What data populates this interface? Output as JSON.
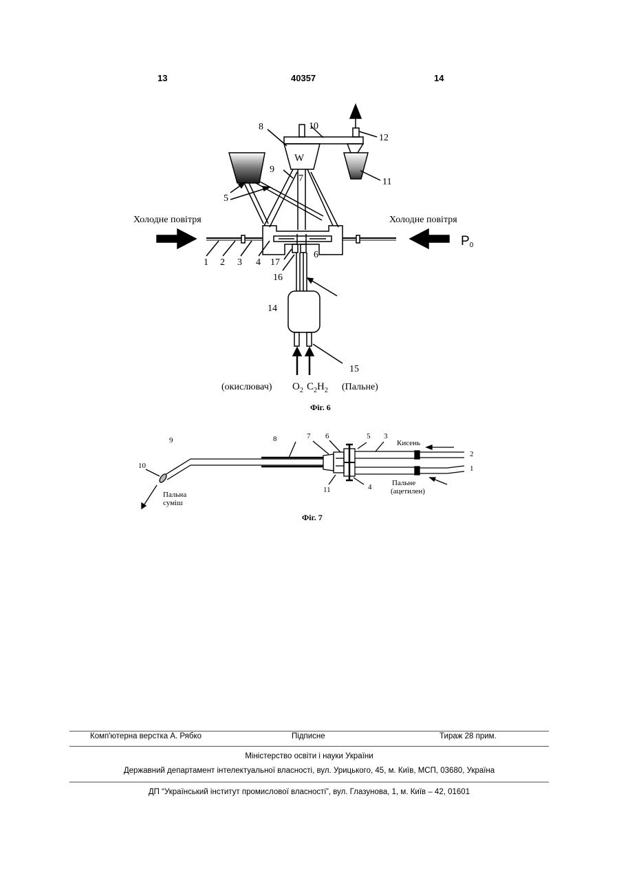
{
  "header": {
    "page_left": "13",
    "patent_number": "40357",
    "page_right": "14"
  },
  "fig6": {
    "caption": "Фіг. 6",
    "cold_air_left": "Холодне повітря",
    "cold_air_right": "Холодне повітря",
    "p0": "P",
    "p0_sub": "0",
    "w_label": "W",
    "oxidizer": "(окислювач)",
    "o2": "O",
    "o2_sub": "2",
    "c2h2_c": "C",
    "c2h2_c_sub": "2",
    "c2h2_h": "H",
    "c2h2_h_sub": "2",
    "fuel": "(Пальне)",
    "nums": {
      "n1": "1",
      "n2": "2",
      "n3": "3",
      "n4": "4",
      "n5": "5",
      "n6": "6",
      "n7": "7",
      "n8": "8",
      "n9": "9",
      "n10": "10",
      "n11": "11",
      "n12": "12",
      "n14": "14",
      "n15": "15",
      "n16": "16",
      "n17": "17"
    }
  },
  "fig7": {
    "caption": "Фіг. 7",
    "oxygen": "Кисень",
    "fuel_line1": "Пальне",
    "fuel_line2": "(ацетилен)",
    "mix_line1": "Пальна",
    "mix_line2": "суміш",
    "nums": {
      "n1": "1",
      "n2": "2",
      "n3": "3",
      "n4": "4",
      "n5": "5",
      "n6": "6",
      "n7": "7",
      "n8": "8",
      "n9": "9",
      "n10": "10",
      "n11": "11"
    }
  },
  "footer": {
    "layout": "Комп'ютерна верстка А. Рябко",
    "signed": "Підписне",
    "circulation": "Тираж 28 прим.",
    "ministry": "Міністерство освіти і науки України",
    "department": "Державний департамент інтелектуальної власності, вул. Урицького, 45, м. Київ, МСП, 03680, Україна",
    "institute": "ДП “Український інститут промислової власності”, вул. Глазунова, 1, м. Київ – 42, 01601"
  }
}
